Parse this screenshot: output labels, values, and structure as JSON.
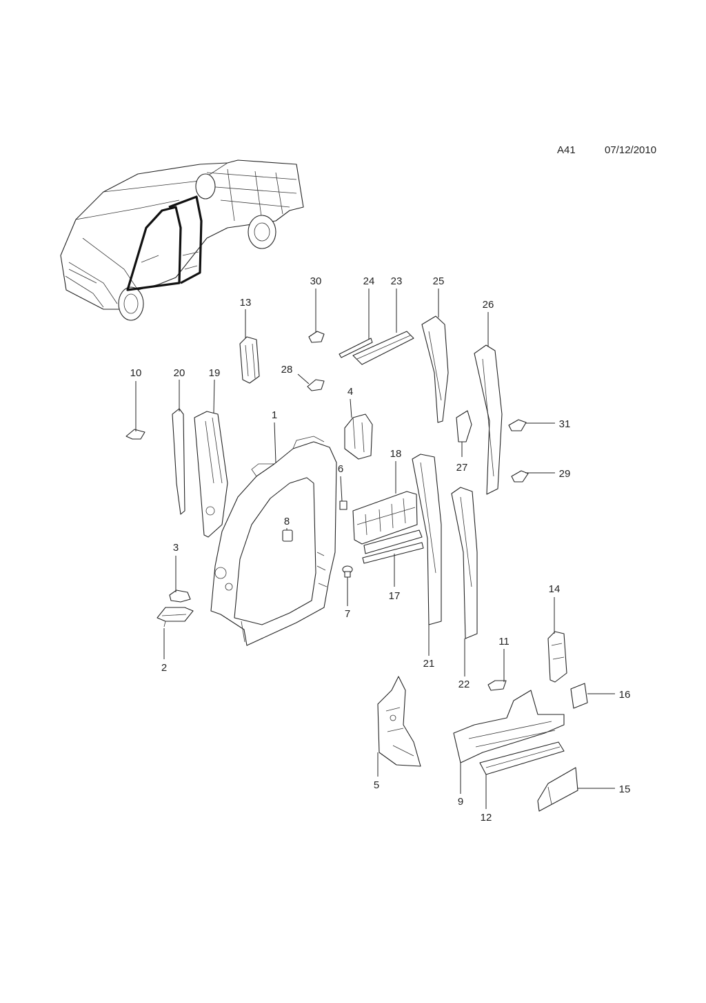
{
  "header": {
    "code": "A41",
    "date": "07/12/2010"
  },
  "callouts": [
    "1",
    "2",
    "3",
    "4",
    "5",
    "6",
    "7",
    "8",
    "9",
    "10",
    "11",
    "12",
    "13",
    "14",
    "15",
    "16",
    "17",
    "18",
    "19",
    "20",
    "21",
    "22",
    "23",
    "24",
    "25",
    "26",
    "27",
    "28",
    "29",
    "30",
    "31"
  ]
}
